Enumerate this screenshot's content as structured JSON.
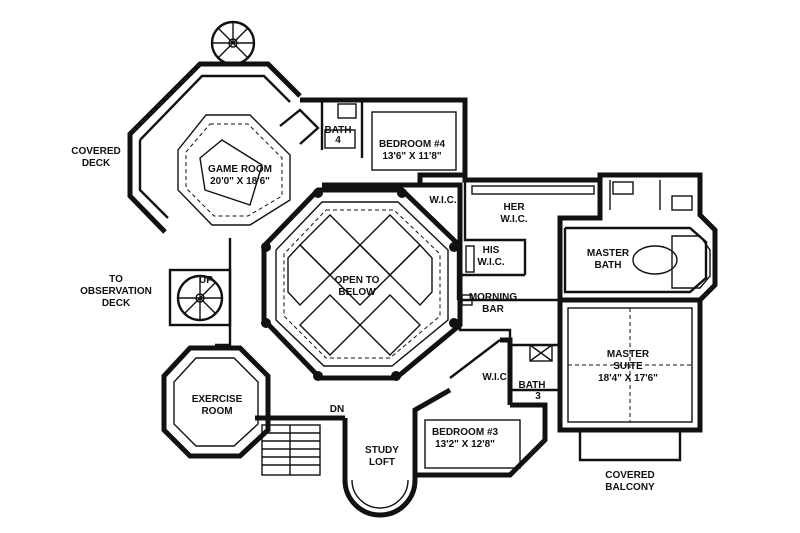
{
  "labels": {
    "game_room": "GAME ROOM",
    "game_room_dim": "20'0\" X 18'6\"",
    "bath4": "BATH",
    "bath4_num": "4",
    "bedroom4": "BEDROOM #4",
    "bedroom4_dim": "13'6\" X 11'8\"",
    "covered_deck_1": "COVERED",
    "covered_deck_2": "DECK",
    "wic_top": "W.I.C.",
    "her_wic_1": "HER",
    "her_wic_2": "W.I.C.",
    "his_wic_1": "HIS",
    "his_wic_2": "W.I.C.",
    "master_bath_1": "MASTER",
    "master_bath_2": "BATH",
    "open_below_1": "OPEN TO",
    "open_below_2": "BELOW",
    "to_obs_1": "TO",
    "to_obs_2": "OBSERVATION",
    "to_obs_3": "DECK",
    "up": "UP",
    "morning_bar_1": "MORNING",
    "morning_bar_2": "BAR",
    "master_suite_1": "MASTER",
    "master_suite_2": "SUITE",
    "master_suite_dim": "18'4\" X 17'6\"",
    "wic_mid": "W.I.C.",
    "bath3": "BATH",
    "bath3_num": "3",
    "exercise_1": "EXERCISE",
    "exercise_2": "ROOM",
    "dn": "DN",
    "bedroom3": "BEDROOM #3",
    "bedroom3_dim": "13'2\" X 12'8\"",
    "study_1": "STUDY",
    "study_2": "LOFT",
    "covered_balcony_1": "COVERED",
    "covered_balcony_2": "BALCONY"
  }
}
